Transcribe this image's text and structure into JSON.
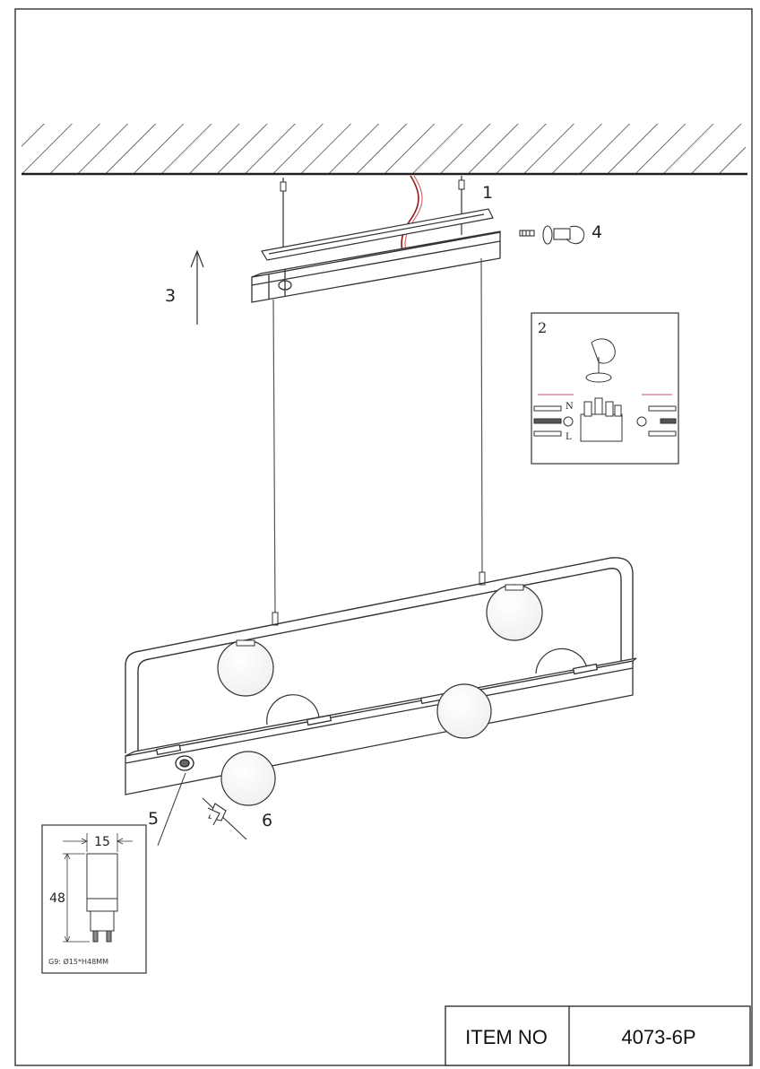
{
  "callouts": {
    "c1": "1",
    "c2": "2",
    "c3": "3",
    "c4": "4",
    "c5": "5",
    "c6": "6"
  },
  "wiring": {
    "neutral": "N",
    "live": "L"
  },
  "bulb": {
    "width": "15",
    "height": "48",
    "spec": "G9: Ø15*H48MM"
  },
  "title_block": {
    "label": "ITEM NO",
    "value": "4073-6P"
  }
}
